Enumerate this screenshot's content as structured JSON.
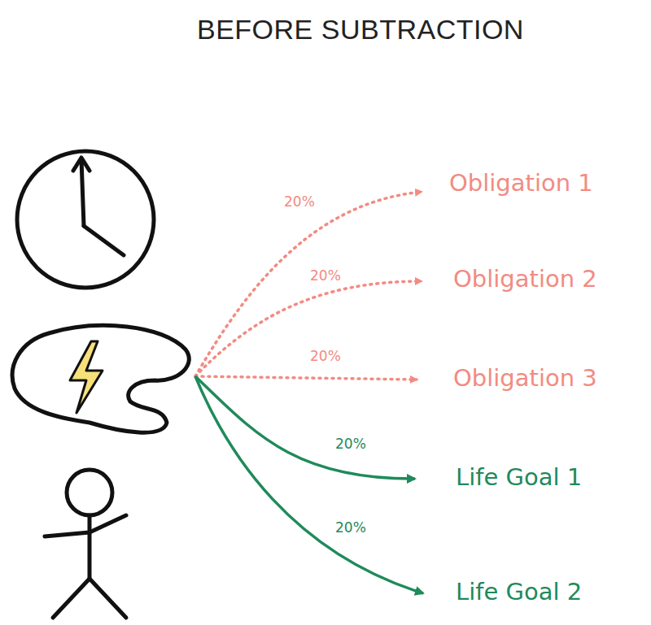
{
  "diagram": {
    "title": "BEFORE SUBTRACTION",
    "nodes": [
      {
        "text": [
          "Obligation 1"
        ]
      },
      {
        "text": [
          "Obligation 2"
        ]
      },
      {
        "text": [
          "Obligation 3"
        ]
      },
      {
        "text": [
          "Life Goal 1"
        ]
      },
      {
        "text": [
          "Life Goal 2"
        ]
      }
    ],
    "labels": [
      "20%",
      "20%",
      "20%",
      "20%",
      "20%"
    ]
  }
}
